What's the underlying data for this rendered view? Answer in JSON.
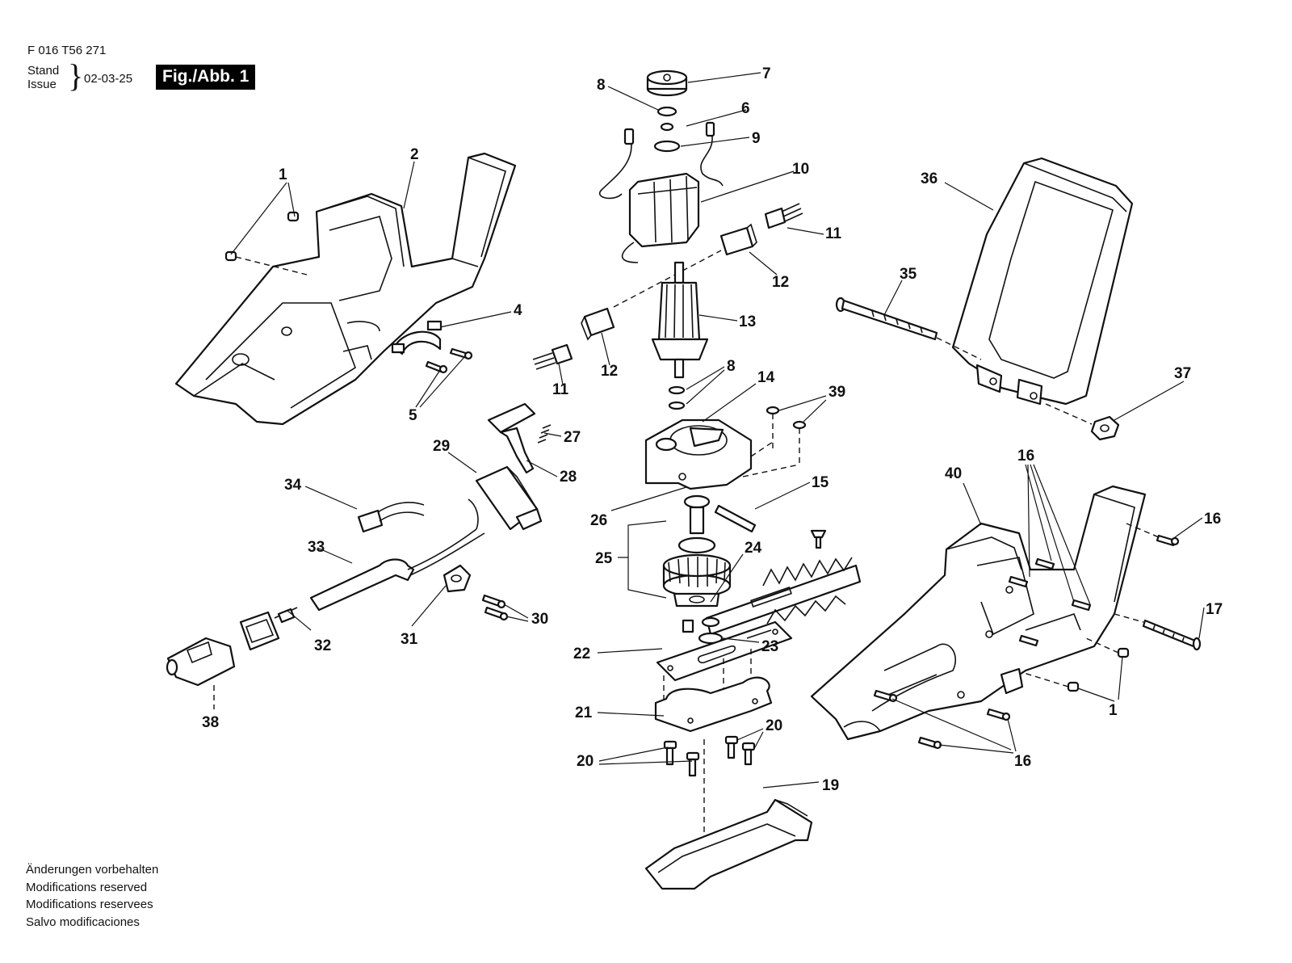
{
  "header": {
    "doc_code": "F 016 T56 271",
    "stand": "Stand",
    "issue": "Issue",
    "brace": "}",
    "date": "02-03-25",
    "figure": "Fig./Abb. 1"
  },
  "callouts": [
    "1",
    "1",
    "1",
    "2",
    "4",
    "5",
    "6",
    "7",
    "8",
    "8",
    "9",
    "10",
    "11",
    "11",
    "12",
    "12",
    "13",
    "14",
    "15",
    "16",
    "16",
    "16",
    "17",
    "19",
    "20",
    "20",
    "20",
    "21",
    "22",
    "23",
    "24",
    "25",
    "26",
    "27",
    "28",
    "29",
    "30",
    "31",
    "32",
    "33",
    "34",
    "35",
    "36",
    "37",
    "38",
    "39",
    "40"
  ],
  "footer": {
    "lines": [
      "Änderungen vorbehalten",
      "Modifications reserved",
      "Modifications reservees",
      "Salvo modificaciones"
    ]
  }
}
